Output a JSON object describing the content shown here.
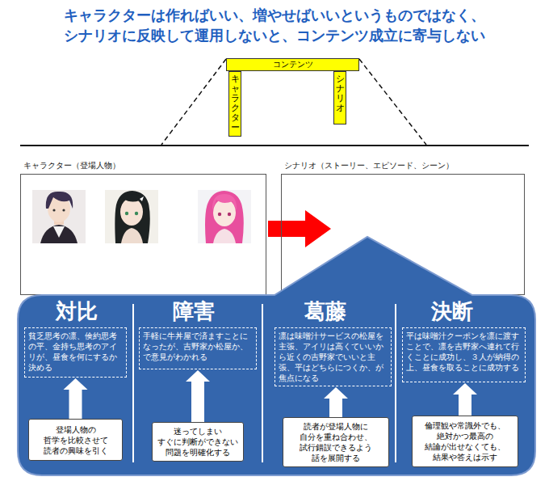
{
  "diagram": {
    "title": "キャラクターは作ればいい、増やせばいいというものではなく、 シナリオに反映して運用しないと、コンテンツ成立に寄与しない",
    "nodes": [
      {
        "text": [
          "コンテンツ"
        ]
      },
      {
        "text": [
          "キャラクター"
        ]
      },
      {
        "text": [
          "シナリオ"
        ]
      },
      {
        "text": [
          "キャラクター（登場人物）"
        ]
      },
      {
        "text": [
          "シナリオ（ストーリー、エピソード、シーン）"
        ]
      },
      {
        "text": [
          "対比",
          "障害",
          "葛藤",
          "決断"
        ]
      },
      {
        "text": [
          "貧乏思考の凛、倹約思考の平、金持ち思考のアイリが、昼食を何にするか決める"
        ],
        "in": 5
      },
      {
        "text": [
          "手軽に牛丼屋で済ますことになったが、吉野家か松屋か、で意見がわかれる"
        ],
        "in": 5
      },
      {
        "text": [
          "凛は味噌汁サービスの松屋を主張、アイリは高くていいから近くの吉野家でいいと主張、平はどちらにつくか、が焦点になる"
        ],
        "in": 5
      },
      {
        "text": [
          "平は味噌汁クーポンを凛に渡すことで、凛を吉野家へ連れて行くことに成功し、３人が納得の上、昼食を取ることに成功する"
        ],
        "in": 5
      },
      {
        "text": [
          "登場人物の 哲学を比較させて 読者の興味を引く"
        ],
        "in": 5
      },
      {
        "text": [
          "迷ってしまい すぐに判断ができない 問題を明確化する"
        ],
        "in": 5
      },
      {
        "text": [
          "読者が登場人物に 自分を重ね合わせ、 試行錯誤できるよう 話を展開する"
        ],
        "in": 5
      },
      {
        "text": [
          "倫理観や常識外でも、 絶対かつ最高の 結論が出せなくても、 結果や答えは示す"
        ],
        "in": 5
      }
    ],
    "edges": [
      {
        "from": 3,
        "to": 4,
        "arrow": "to"
      },
      {
        "from": 10,
        "to": 6,
        "arrow": "to"
      },
      {
        "from": 11,
        "to": 7,
        "arrow": "to"
      },
      {
        "from": 12,
        "to": 8,
        "arrow": "to"
      },
      {
        "from": 13,
        "to": 9,
        "arrow": "to"
      }
    ]
  }
}
